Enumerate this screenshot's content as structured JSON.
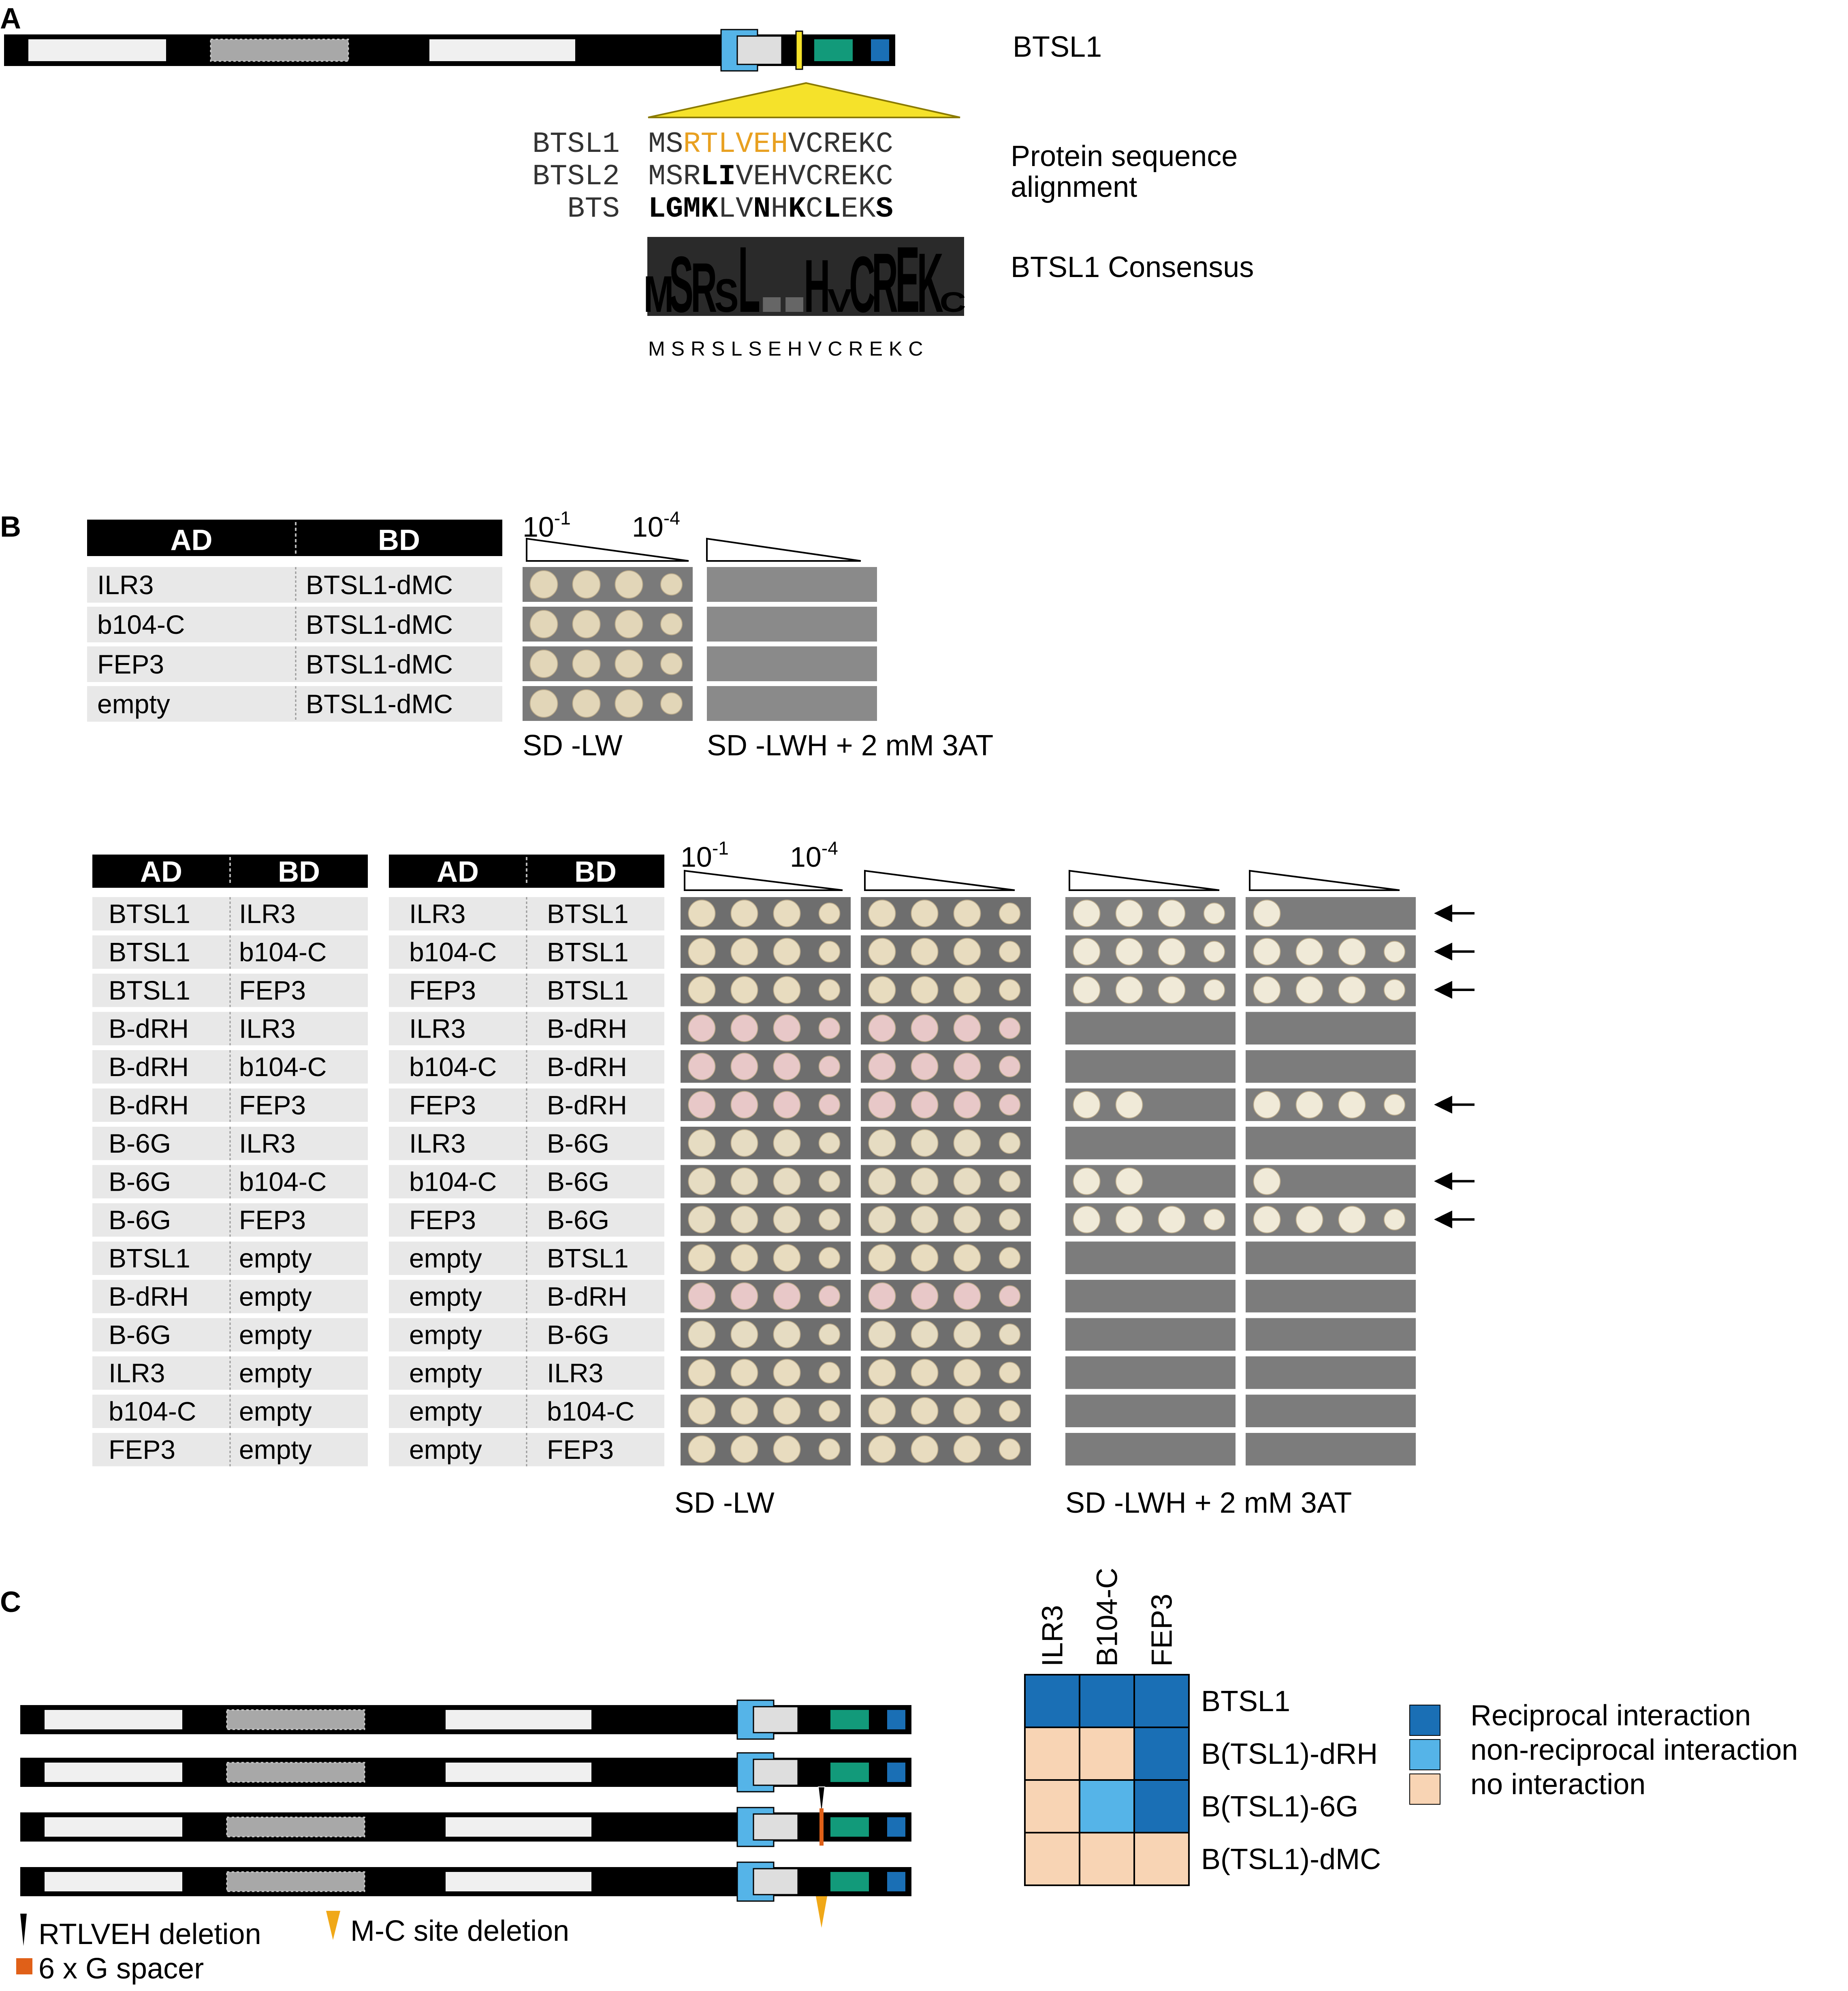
{
  "panel_a": {
    "letter": "A",
    "protein_name": "BTSL1",
    "alignment_caption": [
      "Protein sequence",
      "alignment"
    ],
    "consensus_caption": "BTSL1 Consensus",
    "alignment_rows": [
      {
        "name": "BTSL1",
        "segments": [
          {
            "t": "MS",
            "c": "#333333",
            "b": false
          },
          {
            "t": "RTLVEH",
            "c": "#e8a020",
            "b": false
          },
          {
            "t": "VCREKC",
            "c": "#333333",
            "b": false
          }
        ]
      },
      {
        "name": "BTSL2",
        "segments": [
          {
            "t": "MSR",
            "c": "#333333",
            "b": false
          },
          {
            "t": "LI",
            "c": "#000000",
            "b": true
          },
          {
            "t": "VEHVCREKC",
            "c": "#333333",
            "b": false
          }
        ]
      },
      {
        "name": "BTS",
        "segments": [
          {
            "t": "LGMK",
            "c": "#000000",
            "b": true
          },
          {
            "t": "LV",
            "c": "#333333",
            "b": false
          },
          {
            "t": "N",
            "c": "#000000",
            "b": true
          },
          {
            "t": "H",
            "c": "#333333",
            "b": false
          },
          {
            "t": "K",
            "c": "#000000",
            "b": true
          },
          {
            "t": "C",
            "c": "#333333",
            "b": false
          },
          {
            "t": "L",
            "c": "#000000",
            "b": true
          },
          {
            "t": "EK",
            "c": "#333333",
            "b": false
          },
          {
            "t": "S",
            "c": "#000000",
            "b": true
          }
        ]
      }
    ],
    "consensus_sequence": "MSRSLSEHVCREKC",
    "logo_letters": [
      {
        "ch": "M",
        "color": "#8c3c8c",
        "size": 0.55
      },
      {
        "ch": "S",
        "color": "#22cc22",
        "size": 0.85
      },
      {
        "ch": "R",
        "color": "#3a5cd8",
        "size": 0.75
      },
      {
        "ch": "S",
        "color": "#22cc22",
        "size": 0.5
      },
      {
        "ch": "L",
        "color": "#000000",
        "size": 1.0
      },
      {
        "ch": "",
        "color": "#666666",
        "size": 0.2
      },
      {
        "ch": "",
        "color": "#666666",
        "size": 0.2
      },
      {
        "ch": "H",
        "color": "#3a5cd8",
        "size": 0.8
      },
      {
        "ch": "V",
        "color": "#222222",
        "size": 0.35
      },
      {
        "ch": "C",
        "color": "#f0d000",
        "size": 0.85
      },
      {
        "ch": "R",
        "color": "#3a5cd8",
        "size": 0.9
      },
      {
        "ch": "E",
        "color": "#e01010",
        "size": 1.0
      },
      {
        "ch": "K",
        "color": "#3a5cd8",
        "size": 0.9
      },
      {
        "ch": "C",
        "color": "#f0d000",
        "size": 0.3
      }
    ]
  },
  "panel_b": {
    "letter": "B",
    "header_ad": "AD",
    "header_bd": "BD",
    "dil_start": "10",
    "dil_start_exp": "-1",
    "dil_end": "10",
    "dil_end_exp": "-4",
    "medium_lw": "SD -LW",
    "medium_lwh": "SD -LWH + 2 mM 3AT",
    "top_rows": [
      {
        "ad": "ILR3",
        "bd": "BTSL1-dMC"
      },
      {
        "ad": "b104-C",
        "bd": "BTSL1-dMC"
      },
      {
        "ad": "FEP3",
        "bd": "BTSL1-dMC"
      },
      {
        "ad": "empty",
        "bd": "BTSL1-dMC"
      }
    ],
    "bottom_rows": [
      {
        "ad1": "BTSL1",
        "bd1": "ILR3",
        "ad2": "ILR3",
        "bd2": "BTSL1",
        "g1": 4,
        "g2": 1,
        "arrow": true,
        "tint": "#e8dcbf"
      },
      {
        "ad1": "BTSL1",
        "bd1": "b104-C",
        "ad2": "b104-C",
        "bd2": "BTSL1",
        "g1": 4,
        "g2": 4,
        "arrow": true,
        "tint": "#e8dcbf"
      },
      {
        "ad1": "BTSL1",
        "bd1": "FEP3",
        "ad2": "FEP3",
        "bd2": "BTSL1",
        "g1": 4,
        "g2": 4,
        "arrow": true,
        "tint": "#e8dcbf"
      },
      {
        "ad1": "B-dRH",
        "bd1": "ILR3",
        "ad2": "ILR3",
        "bd2": "B-dRH",
        "g1": 0,
        "g2": 0,
        "arrow": false,
        "tint": "#e8c8c8"
      },
      {
        "ad1": "B-dRH",
        "bd1": "b104-C",
        "ad2": "b104-C",
        "bd2": "B-dRH",
        "g1": 0,
        "g2": 0,
        "arrow": false,
        "tint": "#e8c8c8"
      },
      {
        "ad1": "B-dRH",
        "bd1": "FEP3",
        "ad2": "FEP3",
        "bd2": "B-dRH",
        "g1": 2,
        "g2": 4,
        "arrow": true,
        "tint": "#e8c8c8"
      },
      {
        "ad1": "B-6G",
        "bd1": "ILR3",
        "ad2": "ILR3",
        "bd2": "B-6G",
        "g1": 0,
        "g2": 0,
        "arrow": false,
        "tint": "#e6dcc2"
      },
      {
        "ad1": "B-6G",
        "bd1": "b104-C",
        "ad2": "b104-C",
        "bd2": "B-6G",
        "g1": 2,
        "g2": 1,
        "arrow": true,
        "tint": "#e6dcc2"
      },
      {
        "ad1": "B-6G",
        "bd1": "FEP3",
        "ad2": "FEP3",
        "bd2": "B-6G",
        "g1": 4,
        "g2": 4,
        "arrow": true,
        "tint": "#e6dcc2"
      },
      {
        "ad1": "BTSL1",
        "bd1": "empty",
        "ad2": "empty",
        "bd2": "BTSL1",
        "g1": 0,
        "g2": 0,
        "arrow": false,
        "tint": "#e8dcbf"
      },
      {
        "ad1": "B-dRH",
        "bd1": "empty",
        "ad2": "empty",
        "bd2": "B-dRH",
        "g1": 0,
        "g2": 0,
        "arrow": false,
        "tint": "#e8c8c8"
      },
      {
        "ad1": "B-6G",
        "bd1": "empty",
        "ad2": "empty",
        "bd2": "B-6G",
        "g1": 0,
        "g2": 0,
        "arrow": false,
        "tint": "#e6dcc2"
      },
      {
        "ad1": "ILR3",
        "bd1": "empty",
        "ad2": "empty",
        "bd2": "ILR3",
        "g1": 0,
        "g2": 0,
        "arrow": false,
        "tint": "#e8dcbf"
      },
      {
        "ad1": "b104-C",
        "bd1": "empty",
        "ad2": "empty",
        "bd2": "b104-C",
        "g1": 0,
        "g2": 0,
        "arrow": false,
        "tint": "#e8dcbf"
      },
      {
        "ad1": "FEP3",
        "bd1": "empty",
        "ad2": "empty",
        "bd2": "FEP3",
        "g1": 0,
        "g2": 0,
        "arrow": false,
        "tint": "#e8dcbf"
      }
    ]
  },
  "panel_c": {
    "letter": "C",
    "columns": [
      "ILR3",
      "B104-C",
      "FEP3"
    ],
    "rows": [
      {
        "name": "BTSL1",
        "cells": [
          "reciprocal",
          "reciprocal",
          "reciprocal"
        ]
      },
      {
        "name": "B(TSL1)-dRH",
        "cells": [
          "none",
          "none",
          "reciprocal"
        ]
      },
      {
        "name": "B(TSL1)-6G",
        "cells": [
          "none",
          "nonreciprocal",
          "reciprocal"
        ]
      },
      {
        "name": "B(TSL1)-dMC",
        "cells": [
          "none",
          "none",
          "none"
        ]
      }
    ],
    "legend": [
      {
        "key": "reciprocal",
        "label": "Reciprocal interaction",
        "color": "#1a6fb5"
      },
      {
        "key": "nonreciprocal",
        "label": "non-reciprocal interaction",
        "color": "#55b4e8"
      },
      {
        "key": "none",
        "label": "no interaction",
        "color": "#f8d4b4"
      }
    ],
    "construct_markers": [
      "none",
      "rtlveh",
      "spacer",
      "mc"
    ],
    "key_rtlveh": "RTLVEH deletion",
    "key_mc": "M-C site deletion",
    "key_spacer": "6 x G spacer"
  },
  "colors": {
    "domain_dark": "#000000",
    "domain_light": "#f0f0f0",
    "domain_mid": "#a8a8a8",
    "domain_blue": "#55b4e8",
    "domain_green": "#129a7a",
    "domain_navy": "#1a6fb5",
    "domain_yellow": "#f5e22a",
    "mc_marker": "#f0a818",
    "spacer_marker": "#e06018"
  }
}
